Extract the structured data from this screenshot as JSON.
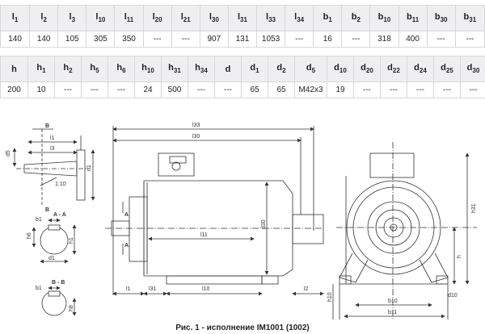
{
  "table1": {
    "headers": [
      [
        "l",
        "1"
      ],
      [
        "l",
        "2"
      ],
      [
        "l",
        "3"
      ],
      [
        "l",
        "10"
      ],
      [
        "l",
        "11"
      ],
      [
        "l",
        "20"
      ],
      [
        "l",
        "21"
      ],
      [
        "l",
        "30"
      ],
      [
        "l",
        "31"
      ],
      [
        "l",
        "33"
      ],
      [
        "l",
        "34"
      ],
      [
        "b",
        "1"
      ],
      [
        "b",
        "2"
      ],
      [
        "b",
        "10"
      ],
      [
        "b",
        "11"
      ],
      [
        "b",
        "30"
      ],
      [
        "b",
        "31"
      ]
    ],
    "values": [
      "140",
      "140",
      "105",
      "305",
      "350",
      "---",
      "---",
      "907",
      "131",
      "1053",
      "---",
      "16",
      "---",
      "318",
      "400",
      "---",
      "---"
    ]
  },
  "table2": {
    "headers": [
      [
        "h",
        ""
      ],
      [
        "h",
        "1"
      ],
      [
        "h",
        "2"
      ],
      [
        "h",
        "5"
      ],
      [
        "h",
        "6"
      ],
      [
        "h",
        "10"
      ],
      [
        "h",
        "31"
      ],
      [
        "h",
        "34"
      ],
      [
        "d",
        ""
      ],
      [
        "d",
        "1"
      ],
      [
        "d",
        "2"
      ],
      [
        "d",
        "5"
      ],
      [
        "d",
        "10"
      ],
      [
        "d",
        "20"
      ],
      [
        "d",
        "22"
      ],
      [
        "d",
        "24"
      ],
      [
        "d",
        "25"
      ],
      [
        "d",
        "30"
      ]
    ],
    "values": [
      "200",
      "10",
      "---",
      "---",
      "---",
      "24",
      "500",
      "---",
      "---",
      "65",
      "65",
      "M42x3",
      "19",
      "---",
      "---",
      "---",
      "---",
      "---"
    ]
  },
  "drawing": {
    "labels": {
      "B_top": "B",
      "B_bottom": "B",
      "l1_shaft": "l1",
      "l3": "l3",
      "d5": "d5",
      "d1": "d1",
      "taper": "1:10",
      "section_aa": "A - A",
      "b1_a": "b1",
      "h6": "h6",
      "h1": "h1",
      "d1_a": "d1",
      "section_bb": "B - B",
      "b1_b": "b1",
      "h8": "h8",
      "l33": "l33",
      "l30": "l30",
      "A_top": "A",
      "A_bottom": "A",
      "l11": "l11",
      "d30": "d30",
      "l1": "l1",
      "l31": "l31",
      "l10": "l10",
      "l2": "l2",
      "h31": "h31",
      "d10": "d10",
      "h10": "h10",
      "h": "h",
      "b10": "b10",
      "b11": "b11"
    }
  },
  "caption": "Рис. 1 - исполнение IM1001 (1002)"
}
